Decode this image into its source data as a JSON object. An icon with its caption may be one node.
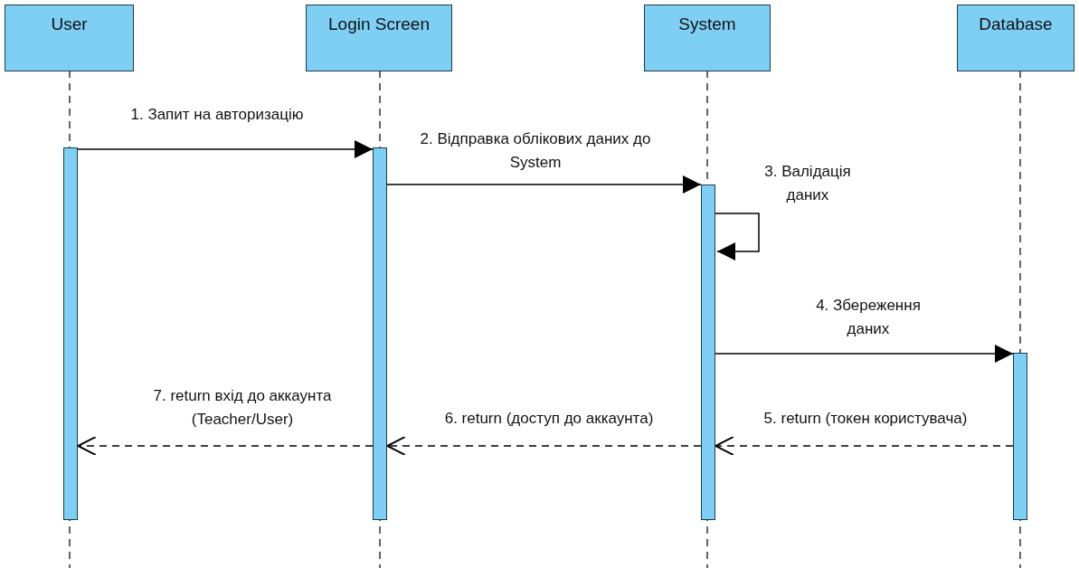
{
  "diagram": {
    "nodes": [
      {
        "text": [
          "User"
        ]
      },
      {
        "text": [
          "Login Screen"
        ]
      },
      {
        "text": [
          "System"
        ]
      },
      {
        "text": [
          "Database"
        ]
      },
      {
        "text": [],
        "shape": "bar"
      },
      {
        "text": [],
        "shape": "bar"
      },
      {
        "text": [],
        "shape": "bar"
      },
      {
        "text": [],
        "shape": "bar"
      }
    ],
    "edges": [
      {
        "from": 4,
        "to": 5,
        "arrow": "to",
        "label": "1. Запит на авторизацію"
      },
      {
        "from": 5,
        "to": 6,
        "arrow": "to",
        "label": "2. Відправка облікових даних до System"
      },
      {
        "from": 6,
        "to": 6,
        "arrow": "to",
        "label": "3. Валідація даних"
      },
      {
        "from": 6,
        "to": 7,
        "arrow": "to",
        "label": "4. Збереження даних"
      },
      {
        "from": 7,
        "to": 6,
        "arrow": "to",
        "label": "5. return (токен користувача)",
        "style": "dashed"
      },
      {
        "from": 6,
        "to": 5,
        "arrow": "to",
        "label": "6. return (доступ до аккаунта)",
        "style": "dashed"
      },
      {
        "from": 5,
        "to": 4,
        "arrow": "to",
        "label": "7. return вхід до аккаунта (Teacher/User)",
        "style": "dashed"
      }
    ]
  }
}
